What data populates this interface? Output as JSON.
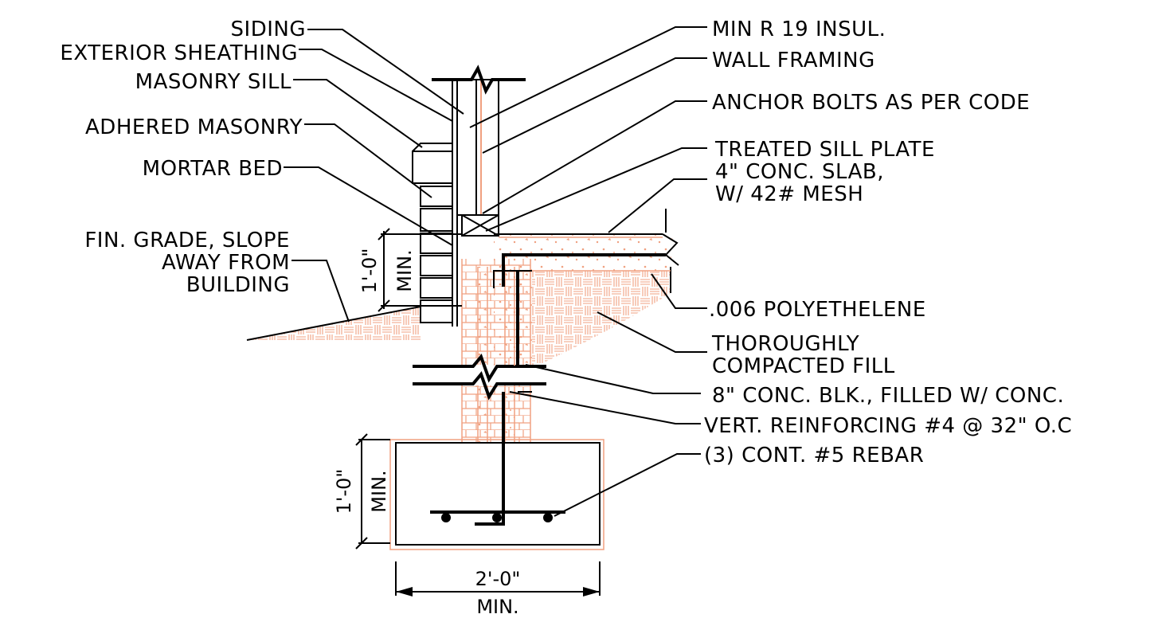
{
  "labels": {
    "siding": "SIDING",
    "exterior_sheathing": "EXTERIOR SHEATHING",
    "masonry_sill": "MASONRY SILL",
    "adhered_masonry": "ADHERED MASONRY",
    "mortar_bed": "MORTAR BED",
    "fin_grade_1": "FIN. GRADE, SLOPE",
    "fin_grade_2": "AWAY FROM",
    "fin_grade_3": "BUILDING",
    "insulation": "MIN R 19 INSUL.",
    "wall_framing": "WALL FRAMING",
    "anchor_bolts": "ANCHOR BOLTS AS PER CODE",
    "sill_plate": "TREATED SILL PLATE",
    "slab_1": "4\" CONC. SLAB,",
    "slab_2": "W/ 42# MESH",
    "polyethelene": ".006 POLYETHELENE",
    "fill_1": "THOROUGHLY",
    "fill_2": "COMPACTED FILL",
    "block": "8\" CONC. BLK., FILLED W/ CONC.",
    "reinforcing": "VERT. REINFORCING #4 @ 32\" O.C",
    "rebar": "(3) CONT. #5 REBAR"
  },
  "dimensions": {
    "wall_height": "1'-0\"",
    "wall_min": "MIN.",
    "footing_height": "1'-0\"",
    "footing_min": "MIN.",
    "footing_width": "2'-0\"",
    "footing_width_min": "MIN."
  },
  "colors": {
    "line": "#000000",
    "concrete": "#f0a080"
  }
}
